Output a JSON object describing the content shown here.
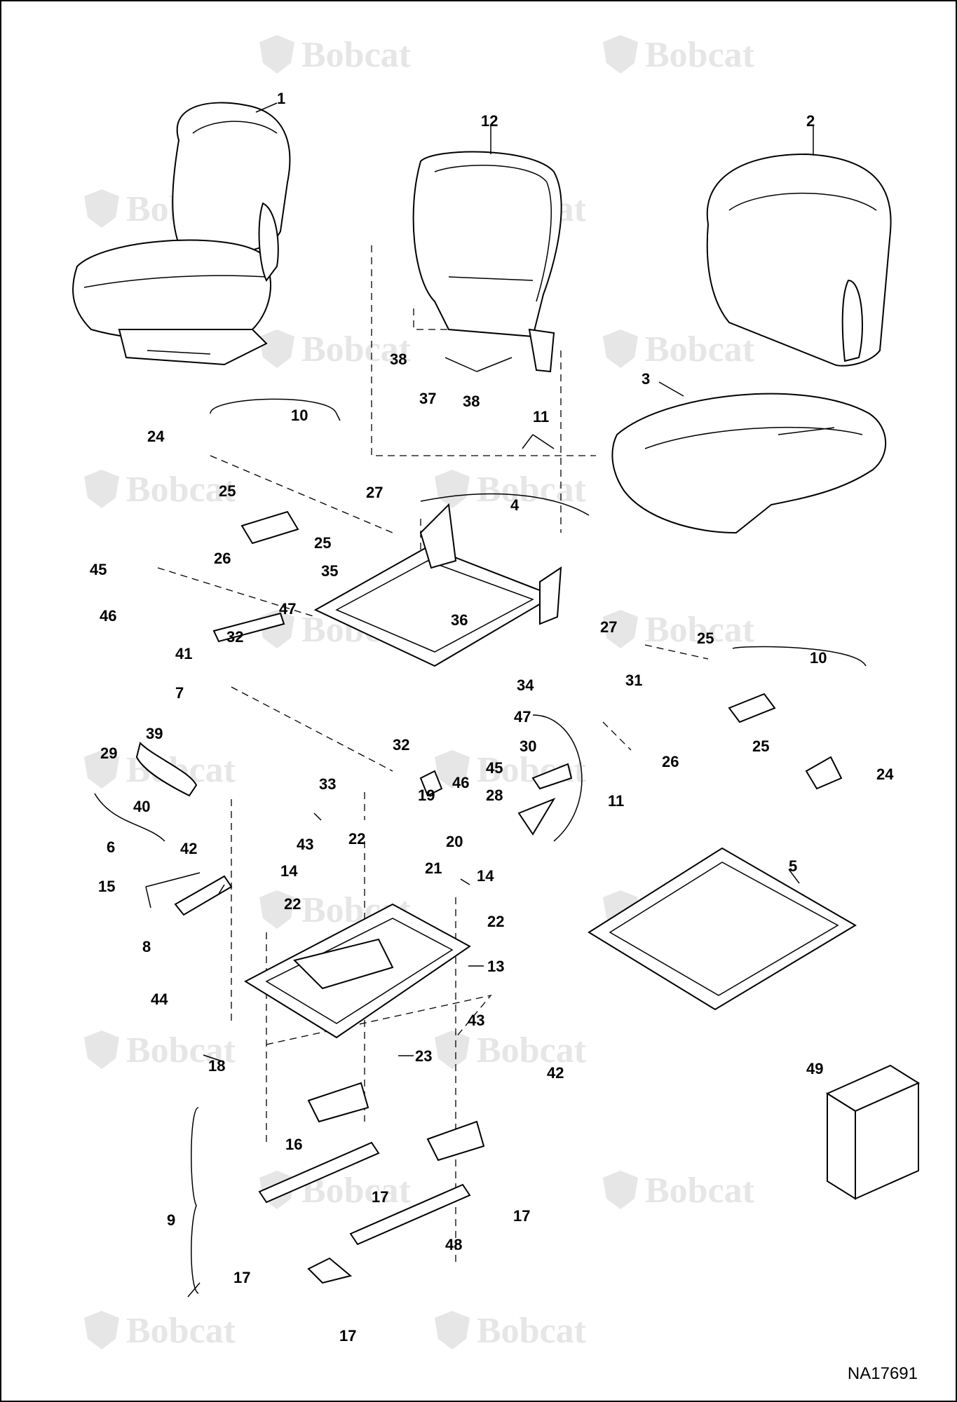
{
  "diagram": {
    "watermark_text": "Bobcat",
    "reference_number": "NA17691",
    "callouts": [
      "1",
      "2",
      "3",
      "4",
      "5",
      "6",
      "7",
      "8",
      "9",
      "10",
      "10",
      "11",
      "11",
      "12",
      "13",
      "14",
      "14",
      "15",
      "16",
      "17",
      "17",
      "17",
      "17",
      "17",
      "18",
      "19",
      "20",
      "21",
      "22",
      "22",
      "22",
      "23",
      "24",
      "24",
      "25",
      "25",
      "25",
      "25",
      "26",
      "26",
      "27",
      "27",
      "28",
      "29",
      "30",
      "31",
      "32",
      "32",
      "33",
      "34",
      "35",
      "36",
      "37",
      "38",
      "38",
      "39",
      "40",
      "41",
      "42",
      "42",
      "43",
      "43",
      "44",
      "45",
      "45",
      "46",
      "46",
      "47",
      "47",
      "48",
      "49"
    ]
  }
}
